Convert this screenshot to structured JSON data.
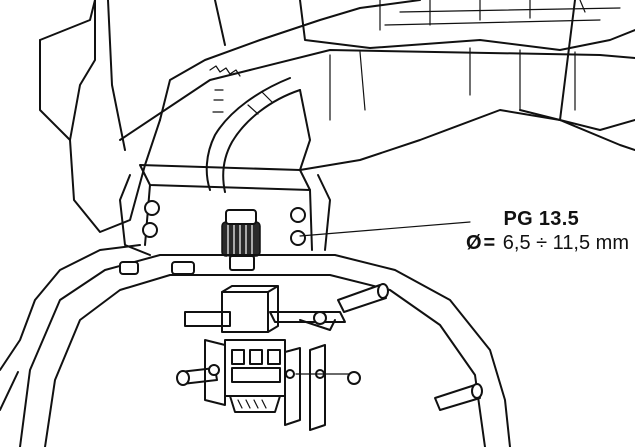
{
  "labels": {
    "code": "PG 13.5",
    "diameter_symbol": "Ø",
    "diameter_equals": "=",
    "diameter_range": "6,5 ÷ 11,5 mm"
  },
  "colors": {
    "line": "#111111",
    "background": "#ffffff"
  }
}
